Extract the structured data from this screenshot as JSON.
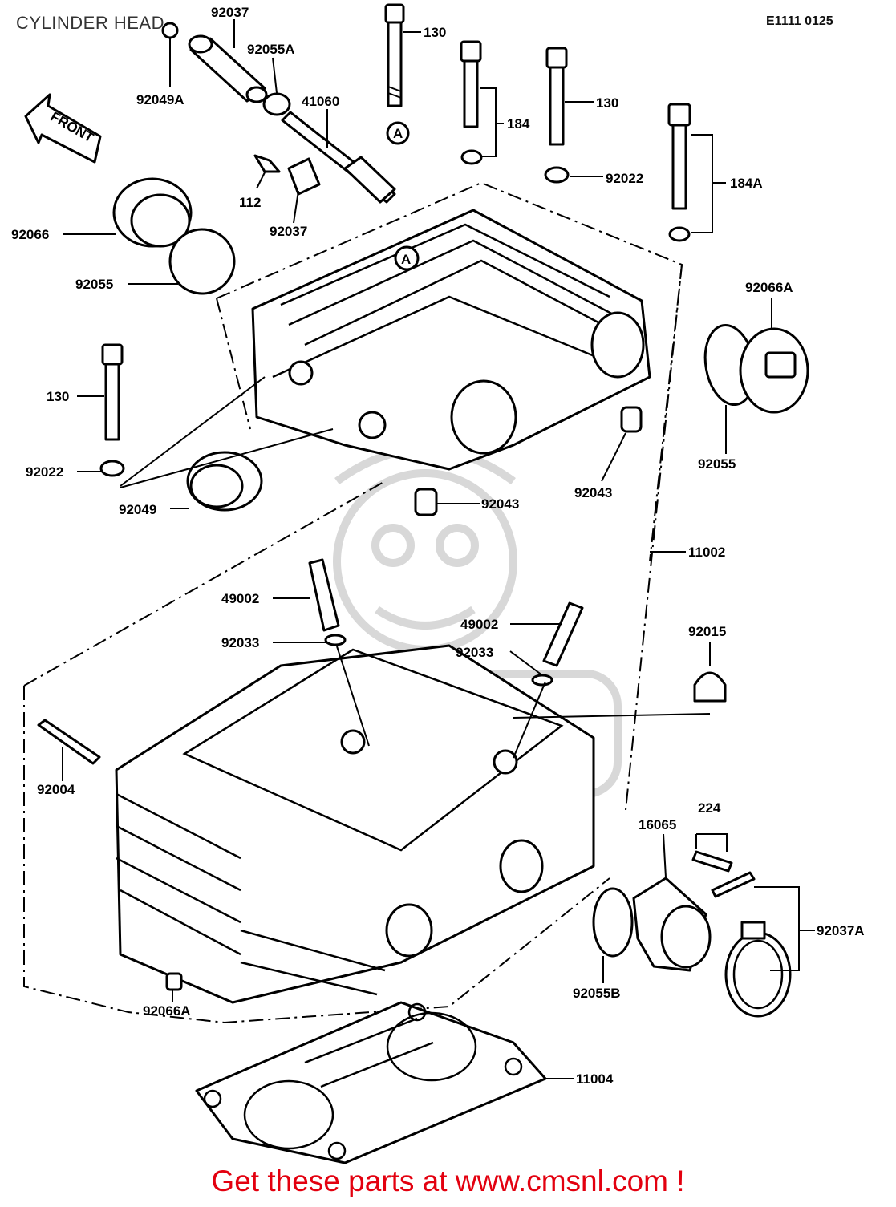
{
  "header": {
    "title": "CYLINDER HEAD",
    "diagram_code": "E1111 0125"
  },
  "footer": {
    "text": "Get these parts at www.cmsnl.com !"
  },
  "front_arrow": {
    "label": "FRONT"
  },
  "callouts": {
    "c92037_top": "92037",
    "c92055A": "92055A",
    "c92049A": "92049A",
    "c41060": "41060",
    "c130_top": "130",
    "c130_mid": "130",
    "c184": "184",
    "c92022_top": "92022",
    "c184A": "184A",
    "c112": "112",
    "c92037_mid": "92037",
    "c92066": "92066",
    "c92055_left": "92055",
    "c92066A_right": "92066A",
    "c92055_right": "92055",
    "c130_left": "130",
    "c92022_left": "92022",
    "c92049": "92049",
    "c92043_center": "92043",
    "c92043_right": "92043",
    "c11002": "11002",
    "c49002_left": "49002",
    "c49002_right": "49002",
    "c92033_left": "92033",
    "c92033_right": "92033",
    "c92015": "92015",
    "c92004": "92004",
    "c224": "224",
    "c16065": "16065",
    "c92037A": "92037A",
    "c92055B": "92055B",
    "c92066A_bottom": "92066A",
    "c11004": "11004"
  },
  "markers": {
    "a_bolt": "A",
    "a_cover": "A"
  }
}
